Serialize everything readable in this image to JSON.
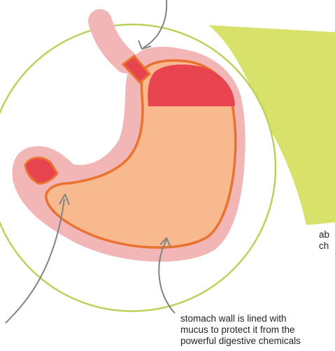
{
  "colors": {
    "magnifier_fill": "#d8e26a",
    "magnifier_outline": "#b9d25a",
    "lining_pink": "#f2b6b7",
    "stomach_peach": "#f8b98f",
    "stomach_outline": "#e8722e",
    "sphincter_red": "#e8444f",
    "acid_red": "#e8444f",
    "arrow_gray": "#808285",
    "text": "#231f20"
  },
  "captions": {
    "stomach_wall": {
      "line1": "stomach wall is lined with",
      "line2": "mucus to protect it from the",
      "line3": "powerful digestive chemicals"
    },
    "clipped_right": {
      "line1": "ab",
      "line2": "ch"
    }
  }
}
